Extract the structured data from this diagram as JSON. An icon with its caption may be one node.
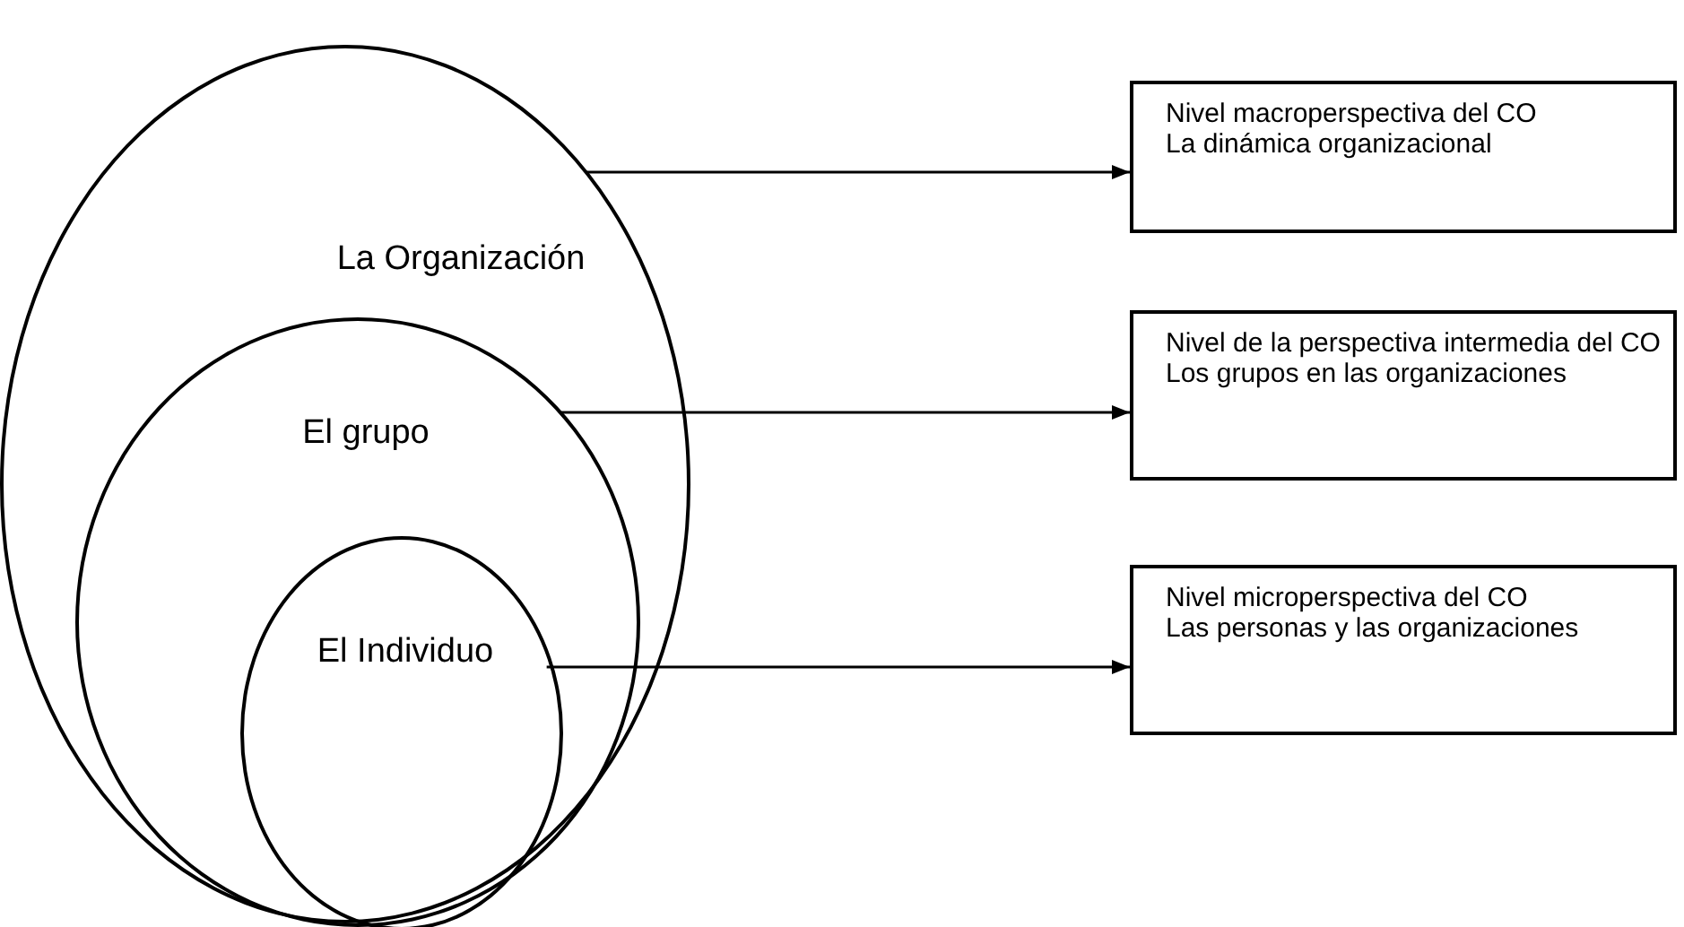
{
  "diagram": {
    "nodes": [
      {
        "text": [
          "La Organización"
        ]
      },
      {
        "text": [
          "El grupo"
        ],
        "in": 0
      },
      {
        "text": [
          "El Individuo"
        ],
        "in": 1
      },
      {
        "text": [
          "Nivel macroperspectiva del CO",
          "La dinámica organizacional"
        ]
      },
      {
        "text": [
          "Nivel de la perspectiva intermedia del CO",
          "Los grupos en las organizaciones"
        ]
      },
      {
        "text": [
          "Nivel microperspectiva del CO",
          "Las personas y las organizaciones"
        ]
      }
    ],
    "edges": [
      {
        "from": 0,
        "to": 3,
        "arrow": "to"
      },
      {
        "from": 1,
        "to": 4,
        "arrow": "to"
      },
      {
        "from": 2,
        "to": 5,
        "arrow": "to"
      }
    ]
  }
}
